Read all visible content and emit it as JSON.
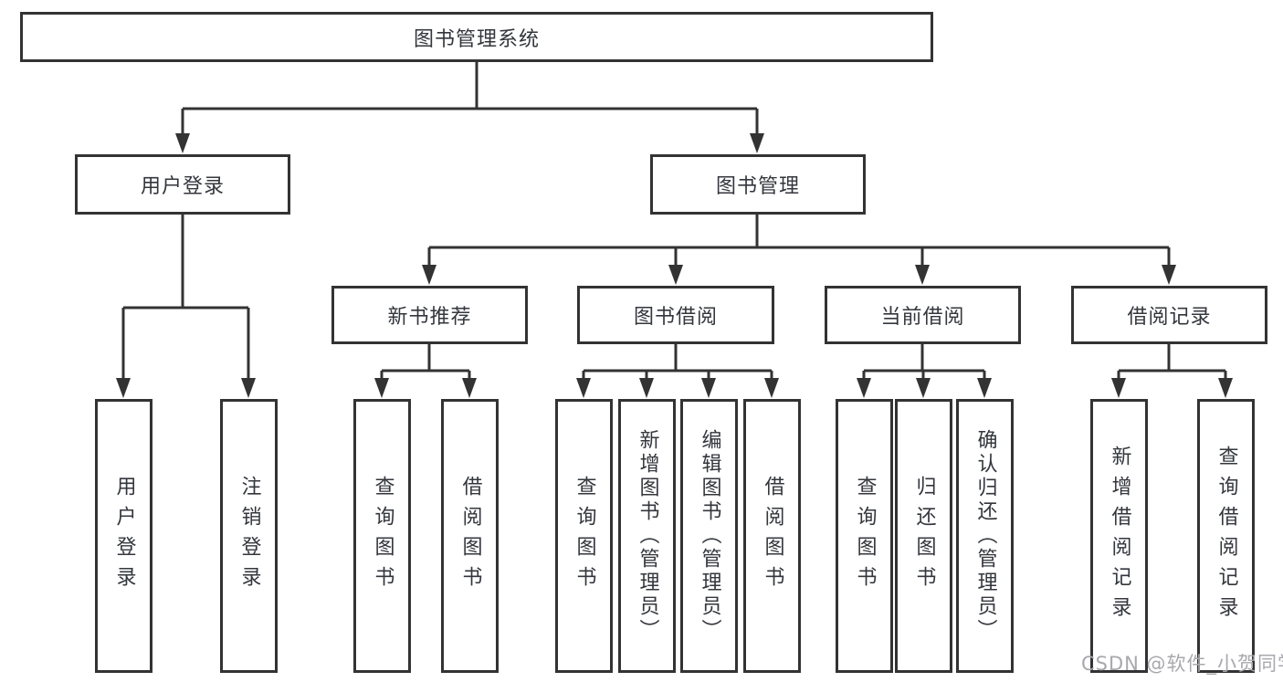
{
  "diagram": {
    "root": {
      "label": "图书管理系统"
    },
    "level2": [
      {
        "label": "用户登录"
      },
      {
        "label": "图书管理"
      }
    ],
    "level3": [
      {
        "label": "新书推荐",
        "parent": "图书管理"
      },
      {
        "label": "图书借阅",
        "parent": "图书管理"
      },
      {
        "label": "当前借阅",
        "parent": "图书管理"
      },
      {
        "label": "借阅记录",
        "parent": "图书管理"
      }
    ],
    "groups": [
      {
        "parent": "用户登录",
        "children": [
          "用户登录",
          "注销登录"
        ]
      },
      {
        "parent": "新书推荐",
        "children": [
          "查询图书",
          "借阅图书"
        ]
      },
      {
        "parent": "图书借阅",
        "children": [
          "查询图书",
          "新增图书（管理员）",
          "编辑图书（管理员）",
          "借阅图书"
        ]
      },
      {
        "parent": "当前借阅",
        "children": [
          "查询图书",
          "归还图书",
          "确认归还（管理员）"
        ]
      },
      {
        "parent": "借阅记录",
        "children": [
          "新增借阅记录",
          "查询借阅记录"
        ]
      }
    ]
  },
  "watermark": {
    "text": "CSDN @软件_小贺同学"
  },
  "colors": {
    "line": "#333333",
    "box_border": "#333333",
    "text": "#33363c",
    "background": "#ffffff",
    "watermark": "#a8a8ae"
  }
}
